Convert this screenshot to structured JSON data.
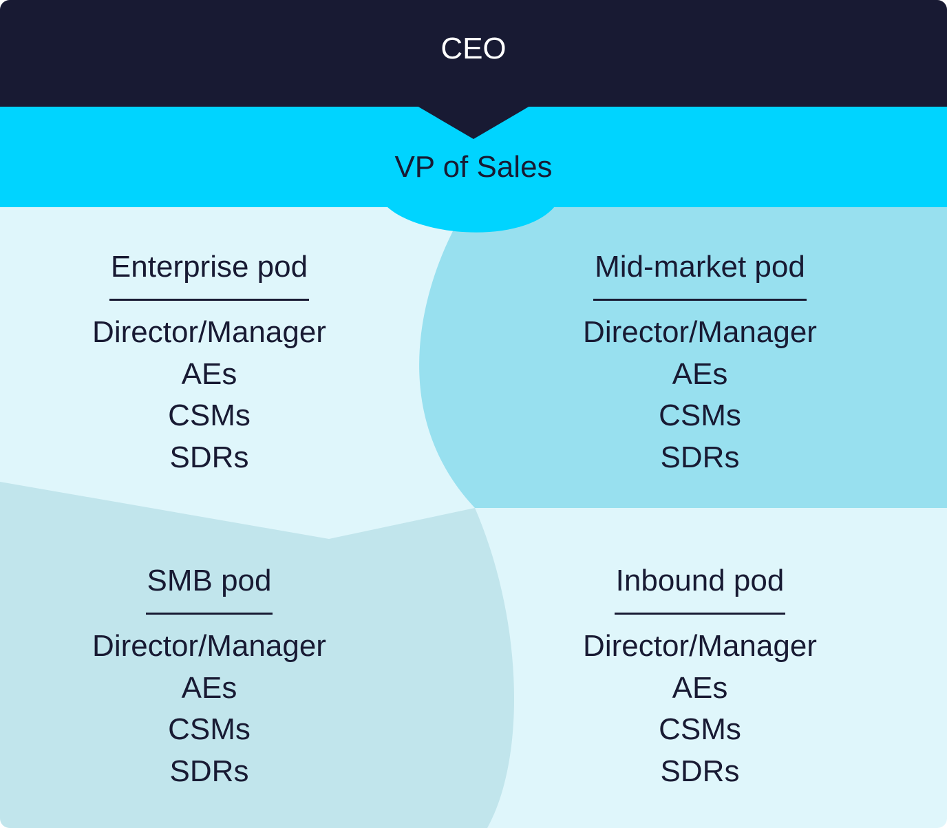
{
  "colors": {
    "ceo_band": "#181a33",
    "vp_band": "#00d4ff",
    "light_region": "#dff6fb",
    "midmarket_region": "#98e0ef",
    "smb_region": "#c1e5ec",
    "text_dark": "#181a33",
    "text_light": "#ffffff"
  },
  "ceo": {
    "label": "CEO"
  },
  "vp": {
    "label": "VP of Sales"
  },
  "pods": [
    {
      "title": "Enterprise pod",
      "items": [
        "Director/Manager",
        "AEs",
        "CSMs",
        "SDRs"
      ]
    },
    {
      "title": "Mid-market pod",
      "items": [
        "Director/Manager",
        "AEs",
        "CSMs",
        "SDRs"
      ]
    },
    {
      "title": "SMB pod",
      "items": [
        "Director/Manager",
        "AEs",
        "CSMs",
        "SDRs"
      ]
    },
    {
      "title": "Inbound pod",
      "items": [
        "Director/Manager",
        "AEs",
        "CSMs",
        "SDRs"
      ]
    }
  ]
}
